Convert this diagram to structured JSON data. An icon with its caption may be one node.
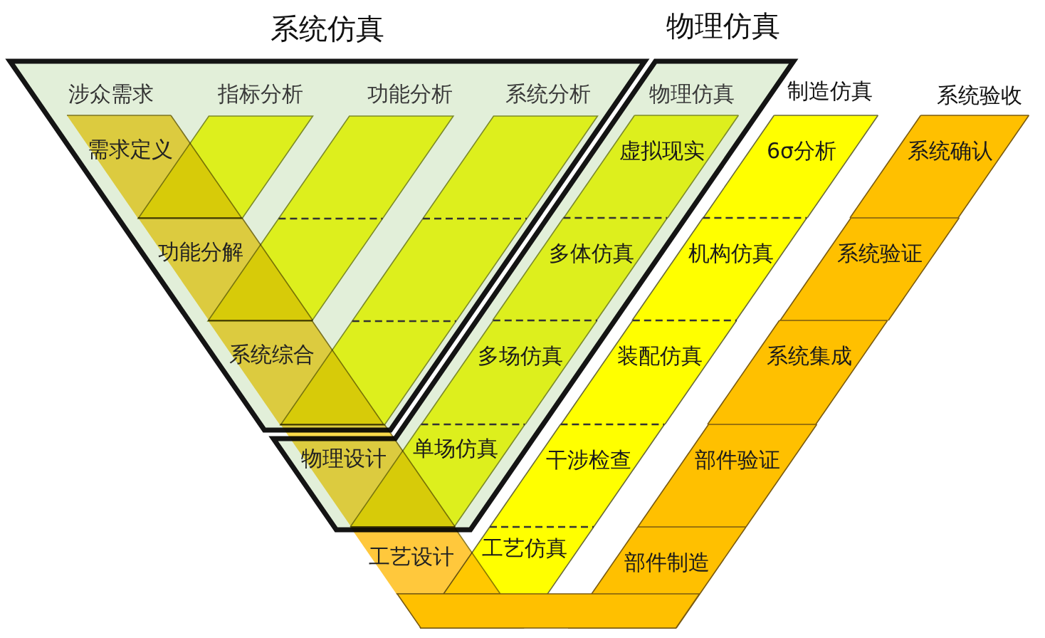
{
  "diagram": {
    "nodes": [
      {
        "text": [
          "系统仿真"
        ]
      },
      {
        "text": [
          "物理仿真"
        ]
      },
      {
        "text": [
          "需求定义"
        ],
        "in": 0
      },
      {
        "text": [
          "功能分解"
        ],
        "in": 0
      },
      {
        "text": [
          "系统综合"
        ],
        "in": 0
      },
      {
        "text": [
          "物理设计"
        ],
        "in": 1
      },
      {
        "text": [
          "工艺设计"
        ]
      },
      {
        "text": [
          "指标分析"
        ],
        "in": 0
      },
      {
        "text": [
          "功能分析"
        ],
        "in": 0
      },
      {
        "text": [
          "系统分析"
        ],
        "in": 0
      },
      {
        "text": [
          "物理仿真"
        ],
        "in": 1
      },
      {
        "text": [
          "虚拟现实"
        ],
        "in": 10
      },
      {
        "text": [
          "多体仿真"
        ],
        "in": 10
      },
      {
        "text": [
          "多场仿真"
        ],
        "in": 10
      },
      {
        "text": [
          "单场仿真"
        ],
        "in": 10
      },
      {
        "text": [
          "制造仿真"
        ]
      },
      {
        "text": [
          "6σ分析"
        ],
        "in": 15
      },
      {
        "text": [
          "机构仿真"
        ],
        "in": 15
      },
      {
        "text": [
          "装配仿真"
        ],
        "in": 15
      },
      {
        "text": [
          "干涉检查"
        ],
        "in": 15
      },
      {
        "text": [
          "工艺仿真"
        ],
        "in": 15
      },
      {
        "text": [
          "系统验收"
        ]
      },
      {
        "text": [
          "系统确认"
        ],
        "in": 21
      },
      {
        "text": [
          "系统验证"
        ],
        "in": 21
      },
      {
        "text": [
          "系统集成"
        ],
        "in": 21
      },
      {
        "text": [
          "部件验证"
        ],
        "in": 21
      },
      {
        "text": [
          "部件制造"
        ],
        "in": 21
      },
      {
        "text": [],
        "shape": "bar"
      }
    ],
    "labels": [
      "涉众需求"
    ]
  }
}
